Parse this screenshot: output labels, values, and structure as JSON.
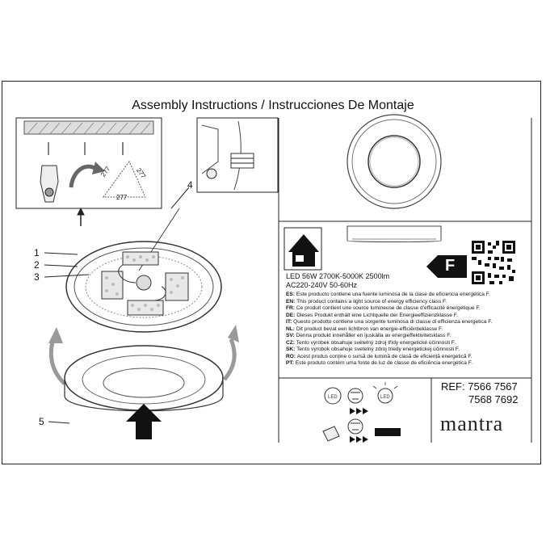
{
  "title": "Assembly Instructions / Instrucciones De Montaje",
  "figure": {
    "callouts": [
      "1",
      "2",
      "3",
      "4",
      "5"
    ],
    "dims": [
      "277",
      "277",
      "277"
    ]
  },
  "spec": {
    "line1": "LED 56W 2700K-5000K 2500lm",
    "line2": "AC220-240V 50-60Hz",
    "energy_class_badge": "F"
  },
  "energy_statements": [
    {
      "code": "ES:",
      "text": "Este producto contiene una fuente luminosa de la clase de eficiencia energética F."
    },
    {
      "code": "EN:",
      "text": "This product contains a light source of energy efficiency class F."
    },
    {
      "code": "FR:",
      "text": "Ce produit contient une source lumineuse de classe d'efficacité énergétique F."
    },
    {
      "code": "DE:",
      "text": "Dieses Produkt enthält eine Lichtquelle der Energieeffizienzklasse F."
    },
    {
      "code": "IT:",
      "text": "Questo prodotto contiene una sorgente luminosa di classe di efficienza energetica F."
    },
    {
      "code": "NL:",
      "text": "Dit product bevat een lichtbron van energie-efficiëntieklasse F."
    },
    {
      "code": "SV:",
      "text": "Denna produkt innehåller en ljuskälla av energieffektivitetsklass F."
    },
    {
      "code": "CZ:",
      "text": "Tento výrobek obsahuje světelný zdroj třídy energetické účinnosti F."
    },
    {
      "code": "SK:",
      "text": "Tento výrobok obsahuje svetelný zdroj triedy energetickej účinnosti F."
    },
    {
      "code": "RO:",
      "text": "Acest produs conține o sursă de lumină de clasă de eficiență energetică F."
    },
    {
      "code": "PT:",
      "text": "Este produto contém uma fonte de luz de classe de eficiência energética F."
    }
  ],
  "ref": {
    "label": "REF:",
    "line1": "7566 7567",
    "line2": "7568 7692"
  },
  "brand": "mantra"
}
